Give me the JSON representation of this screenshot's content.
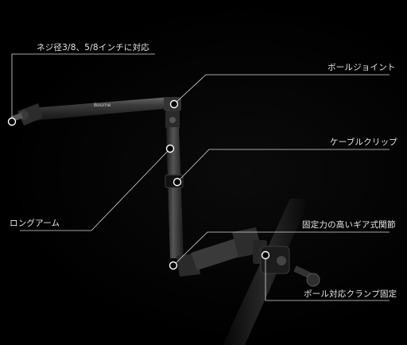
{
  "labels": {
    "thread_size": "ネジ径3/8、5/8インチに対応",
    "ball_joint": "ボールジョイント",
    "cable_clip": "ケーブルクリップ",
    "long_arm": "ロングアーム",
    "gear_joint": "固定力の高いギア式関節",
    "pole_clamp": "ポール対応クランプ固定"
  },
  "brand": "Bourne"
}
